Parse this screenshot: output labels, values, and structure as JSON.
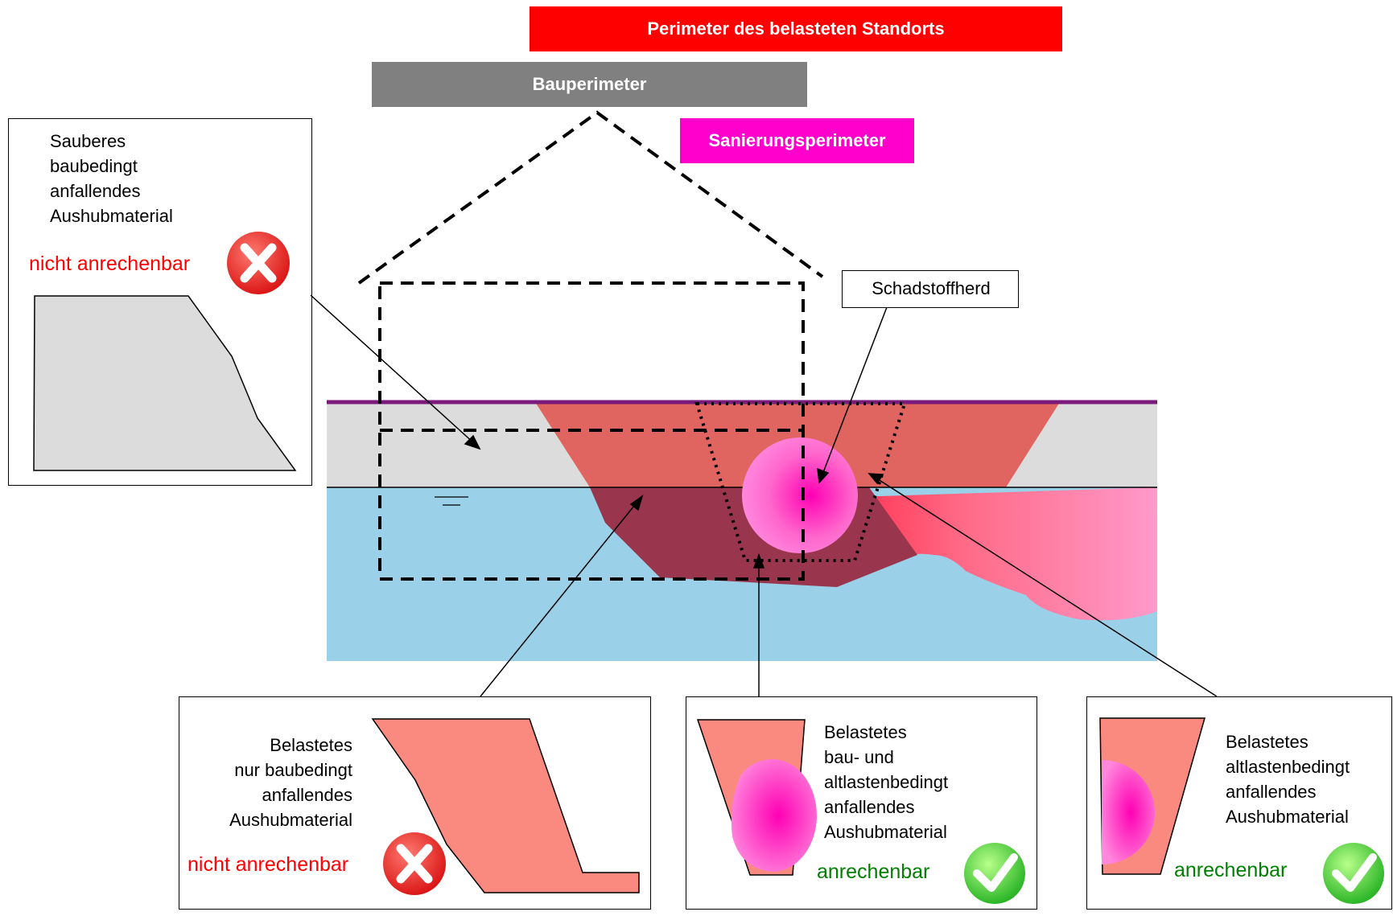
{
  "labels": {
    "standort": "Perimeter des belasteten Standorts",
    "bauperimeter": "Bauperimeter",
    "sanierungsperimeter": "Sanierungsperimeter",
    "schadstoffherd": "Schadstoffherd"
  },
  "box_clean": {
    "title": "Sauberes\nbaubedingt\nanfallendes\nAushubmaterial",
    "status": "nicht anrechenbar"
  },
  "box_bau": {
    "title": "Belastetes\nnur baubedingt\nanfallendes\nAushubmaterial",
    "status": "nicht anrechenbar"
  },
  "box_bau_alt": {
    "title": "Belastetes\nbau- und\naltlastenbedingt\nanfallendes\nAushubmaterial",
    "status": "anrechenbar"
  },
  "box_alt": {
    "title": "Belastetes\naltlastenbedingt\nanfallendes\nAushubmaterial",
    "status": "anrechenbar"
  },
  "colors": {
    "standort": "#ff0000",
    "bauperimeter": "#808080",
    "sanierungsperimeter": "#ff00cc",
    "clean_soil": "#dcdcdc",
    "groundwater": "#9ad0e8",
    "contaminated": "#e0645f",
    "contaminated_water": "#99364e",
    "sample_fill": "#fa8a80"
  }
}
